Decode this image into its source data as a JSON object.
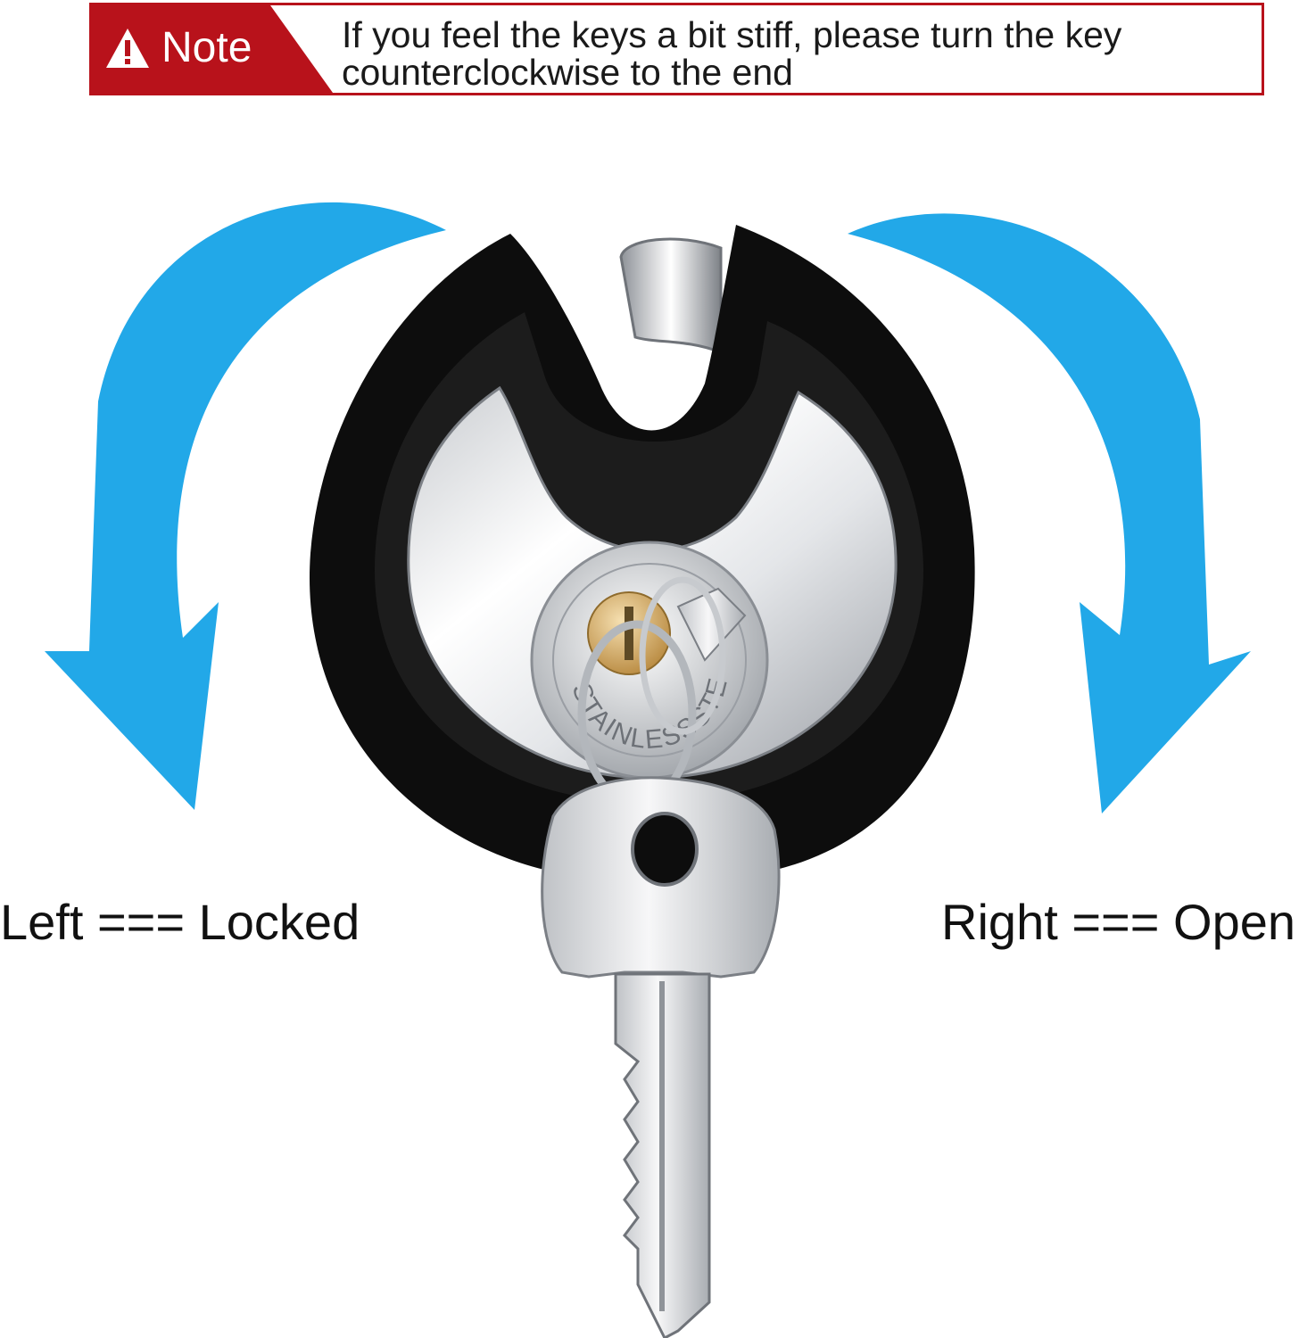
{
  "note": {
    "label": "Note",
    "text": "If you feel the keys a bit stiff, please turn the key counterclockwise to the end"
  },
  "labels": {
    "left": "Left === Locked",
    "right": "Right === Open"
  },
  "lock_stamp": "STAINLESSSTEEL",
  "colors": {
    "accent_red": "#b8121b",
    "arrow_blue": "#22a8e8",
    "lock_body": "#0d0d0d",
    "brass": "#d9b371"
  },
  "icons": [
    "warning-triangle-icon",
    "arrow-counterclockwise-icon",
    "arrow-clockwise-icon"
  ]
}
